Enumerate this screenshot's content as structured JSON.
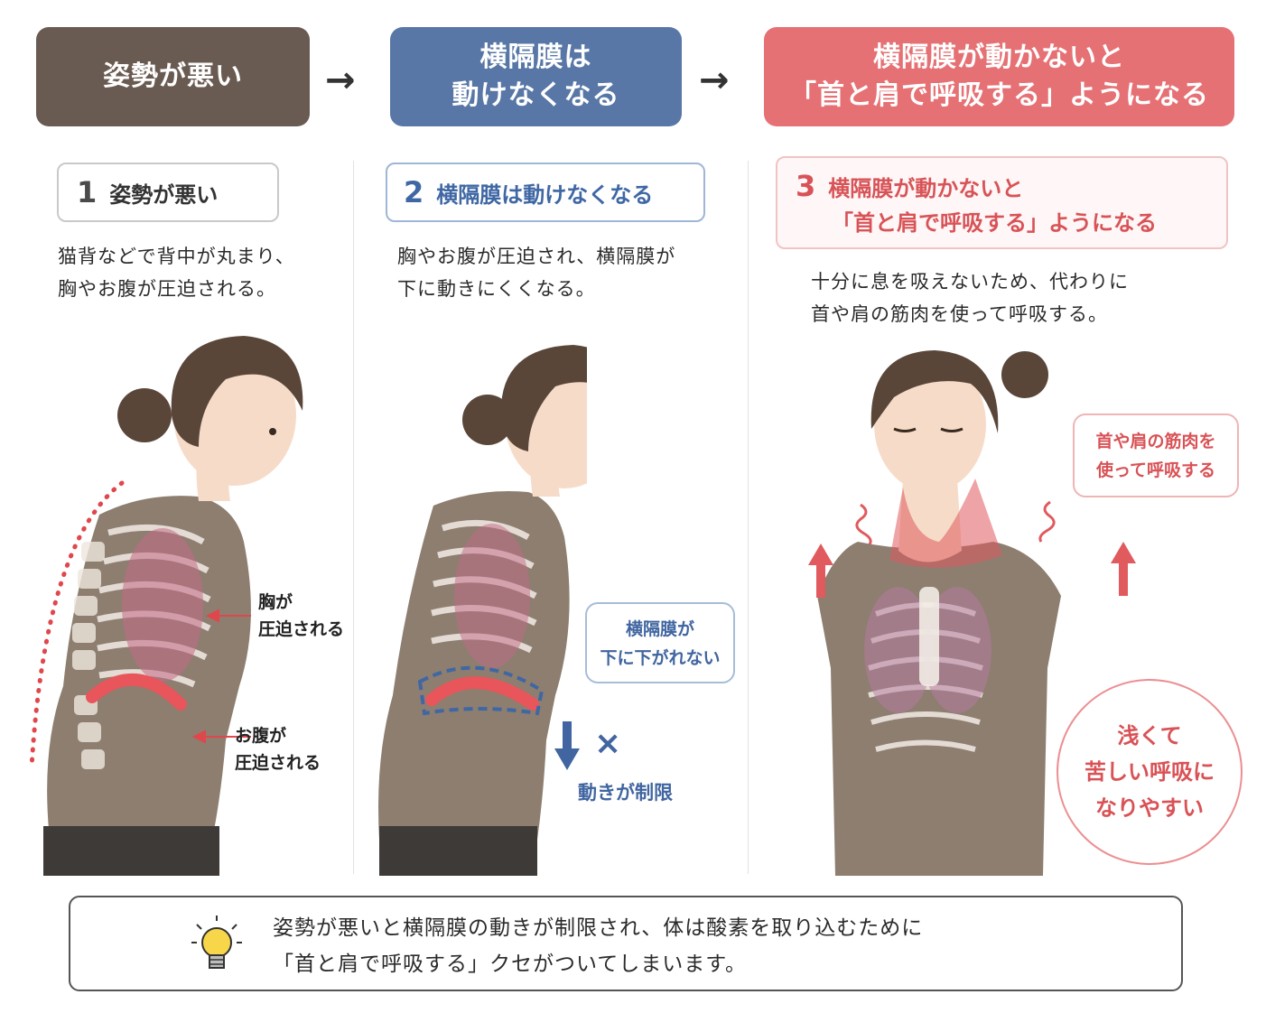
{
  "headers": [
    {
      "text": "姿勢が悪い"
    },
    {
      "line1": "横隔膜は",
      "line2": "動けなくなる"
    },
    {
      "line1": "横隔膜が動かないと",
      "line2": "「首と肩で呼吸する」ようになる"
    }
  ],
  "arrow_glyph": "→",
  "panel1": {
    "num": "1",
    "title": "姿勢が悪い",
    "desc1": "猫背などで背中が丸まり、",
    "desc2": "胸やお腹が圧迫される。",
    "label_chest1": "胸が",
    "label_chest2": "圧迫される",
    "label_belly1": "お腹が",
    "label_belly2": "圧迫される"
  },
  "panel2": {
    "num": "2",
    "title": "横隔膜は動けなくなる",
    "desc1": "胸やお腹が圧迫され、横隔膜が",
    "desc2": "下に動きにくくなる。",
    "bubble1": "横隔膜が",
    "bubble2": "下に下がれない",
    "restrict": "動きが制限",
    "cross": "×"
  },
  "panel3": {
    "num": "3",
    "title1": "横隔膜が動かないと",
    "title2": "「首と肩で呼吸する」ようになる",
    "desc1": "十分に息を吸えないため、代わりに",
    "desc2": "首や肩の筋肉を使って呼吸する。",
    "bubble1": "首や肩の筋肉を",
    "bubble2": "使って呼吸する",
    "circle1": "浅くて",
    "circle2": "苦しい呼吸に",
    "circle3": "なりやすい"
  },
  "bottom": {
    "line1": "姿勢が悪いと横隔膜の動きが制限され、体は酸素を取り込むために",
    "line2": "「首と肩で呼吸する」クセがついてしまいます。",
    "icon": "lightbulb-icon"
  },
  "colors": {
    "brown": "#6a5b52",
    "blue": "#5877a6",
    "red": "#e57174",
    "shirt": "#8d7e70",
    "skin": "#f6dcc8",
    "hair": "#5a4639",
    "lung": "#c46a85",
    "diaphragm": "#e8555a"
  }
}
